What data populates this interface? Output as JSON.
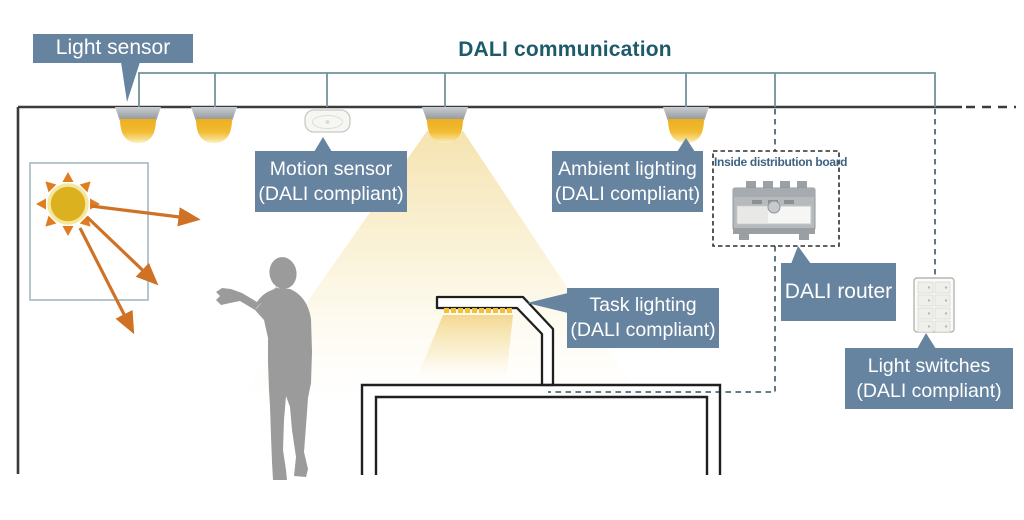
{
  "title": {
    "text": "DALI communication"
  },
  "labels": {
    "light_sensor": {
      "text": "Light sensor"
    },
    "motion_sensor": {
      "line1": "Motion sensor",
      "line2": "(DALI compliant)"
    },
    "ambient_lighting": {
      "line1": "Ambient lighting",
      "line2": "(DALI compliant)"
    },
    "task_lighting": {
      "line1": "Task lighting",
      "line2": "(DALI compliant)"
    },
    "dali_router": {
      "text": "DALI router"
    },
    "light_switches": {
      "line1": "Light switches",
      "line2": "(DALI compliant)"
    },
    "distribution_board": {
      "text": "Inside distribution board"
    }
  },
  "diagram": {
    "devices": [
      "ceiling-downlight",
      "ceiling-downlight",
      "motion-sensor-disc",
      "ceiling-downlight-with-cone",
      "ambient-downlight",
      "distribution-board-unit",
      "wall-switch-panel",
      "task-light-arm",
      "desk",
      "person-silhouette",
      "sun-through-window"
    ],
    "connections": [
      "dali-bus-ceiling",
      "dashed-drop-to-distribution-board",
      "dashed-run-router-to-task-light",
      "dashed-drop-to-light-switches"
    ]
  },
  "colors": {
    "label_bg": "#66839f",
    "label_text": "#ffffff",
    "title_text": "#1d5a6a",
    "bus_line": "#6f929d",
    "structure_line": "#3b3b3b",
    "dashed_line": "#4e6a75",
    "window_border": "#9fbac0",
    "sun_fill": "#dcb11f",
    "sun_ray": "#e07d20",
    "arrow": "#cf7226",
    "lamp_dome": "#f0b42c",
    "lamp_cap": "#a2a7ac",
    "light_cone": "#f5e3b0",
    "person": "#9b9b9b",
    "board_text": "#3e6384"
  }
}
